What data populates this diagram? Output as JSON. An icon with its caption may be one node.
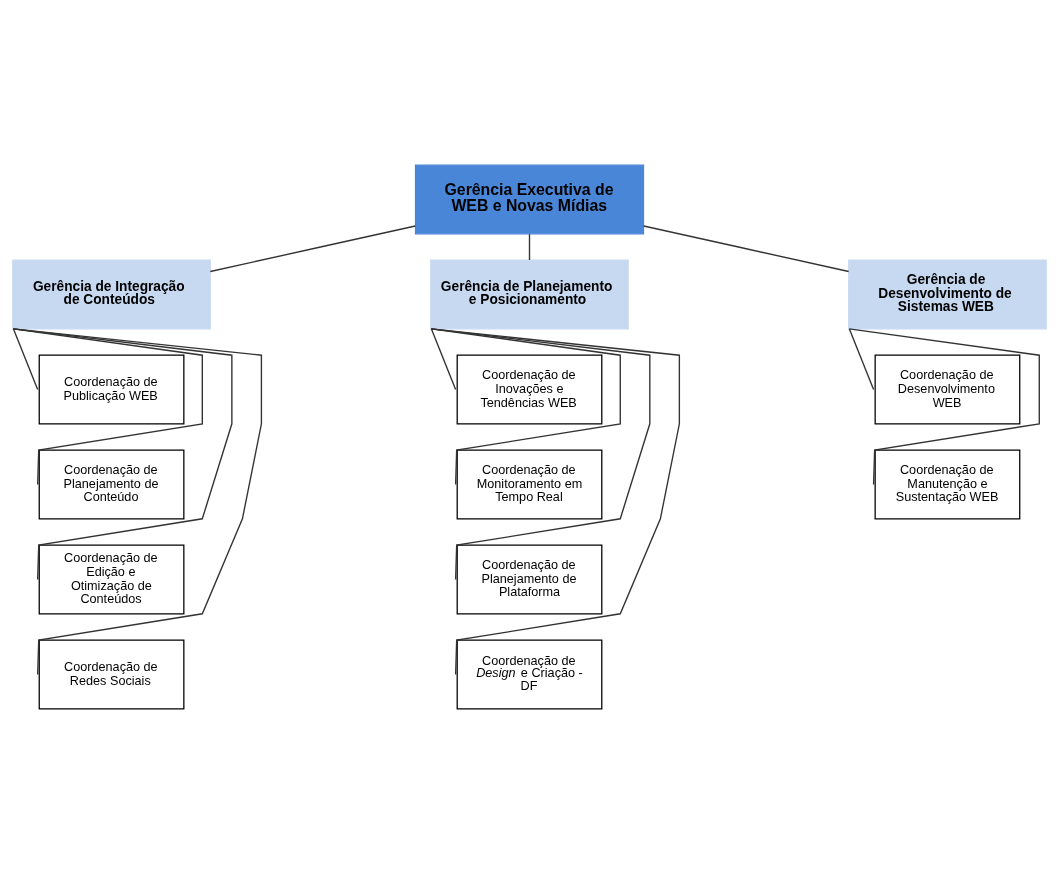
{
  "diagram": {
    "nodes": [
      {
        "text": [
          "Gerência Executiva de WEB e Novas Mídias"
        ]
      },
      {
        "text": [
          "Gerência de Integração de Conteúdos"
        ]
      },
      {
        "text": [
          "Gerência de Planejamento e Posicionamento"
        ]
      },
      {
        "text": [
          "Gerência de Desenvolvimento de Sistemas WEB"
        ]
      },
      {
        "text": [
          "Coordenação de Publicação WEB"
        ]
      },
      {
        "text": [
          "Coordenação de Planejamento de Conteúdo"
        ]
      },
      {
        "text": [
          "Coordenação de Edição e Otimização de Conteúdos"
        ]
      },
      {
        "text": [
          "Coordenação de Redes Sociais"
        ]
      },
      {
        "text": [
          "Coordenação de Inovações e Tendências WEB"
        ]
      },
      {
        "text": [
          "Coordenação de Monitoramento em Tempo Real"
        ]
      },
      {
        "text": [
          "Coordenação de Planejamento de Plataforma"
        ]
      },
      {
        "text": [
          "Coordenação de *Design* e Criação - DF"
        ]
      },
      {
        "text": [
          "Coordenação de Desenvolvimento WEB"
        ]
      },
      {
        "text": [
          "Coordenação de Manutenção e Sustentação WEB"
        ]
      }
    ],
    "edges": [
      {
        "from": 0,
        "to": 1,
        "arrow": "none"
      },
      {
        "from": 0,
        "to": 2,
        "arrow": "none"
      },
      {
        "from": 0,
        "to": 3,
        "arrow": "none"
      },
      {
        "from": 1,
        "to": 4,
        "arrow": "none"
      },
      {
        "from": 1,
        "to": 5,
        "arrow": "none"
      },
      {
        "from": 1,
        "to": 6,
        "arrow": "none"
      },
      {
        "from": 1,
        "to": 7,
        "arrow": "none"
      },
      {
        "from": 2,
        "to": 8,
        "arrow": "none"
      },
      {
        "from": 2,
        "to": 9,
        "arrow": "none"
      },
      {
        "from": 2,
        "to": 10,
        "arrow": "none"
      },
      {
        "from": 2,
        "to": 11,
        "arrow": "none"
      },
      {
        "from": 3,
        "to": 12,
        "arrow": "none"
      },
      {
        "from": 3,
        "to": 13,
        "arrow": "none"
      }
    ]
  }
}
